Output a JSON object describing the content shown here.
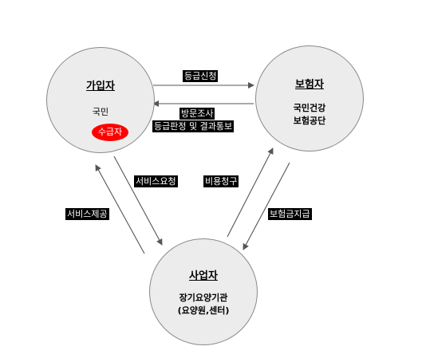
{
  "nodes": {
    "subscriber": {
      "title": "가입자",
      "sub": "국민",
      "badge": "수급자"
    },
    "insurer": {
      "title": "보험자",
      "line1": "국민건강",
      "line2": "보험공단"
    },
    "provider": {
      "title": "사업자",
      "line1": "장기요양기관",
      "line2": "(요양원,센터)"
    }
  },
  "edges": {
    "grade_application": "등급신청",
    "visit_survey": "방문조사",
    "grade_notice": "등급판정 및 결과통보",
    "service_request": "서비스요청",
    "service_provision": "서비스제공",
    "cost_claim": "비용청구",
    "insurance_payment": "보험금지급"
  },
  "colors": {
    "node_fill": "#ececec",
    "node_border": "#8a8a8a",
    "badge": "#ff0000",
    "label_bg": "#000000",
    "label_text": "#ffffff",
    "arrow": "#555555"
  }
}
